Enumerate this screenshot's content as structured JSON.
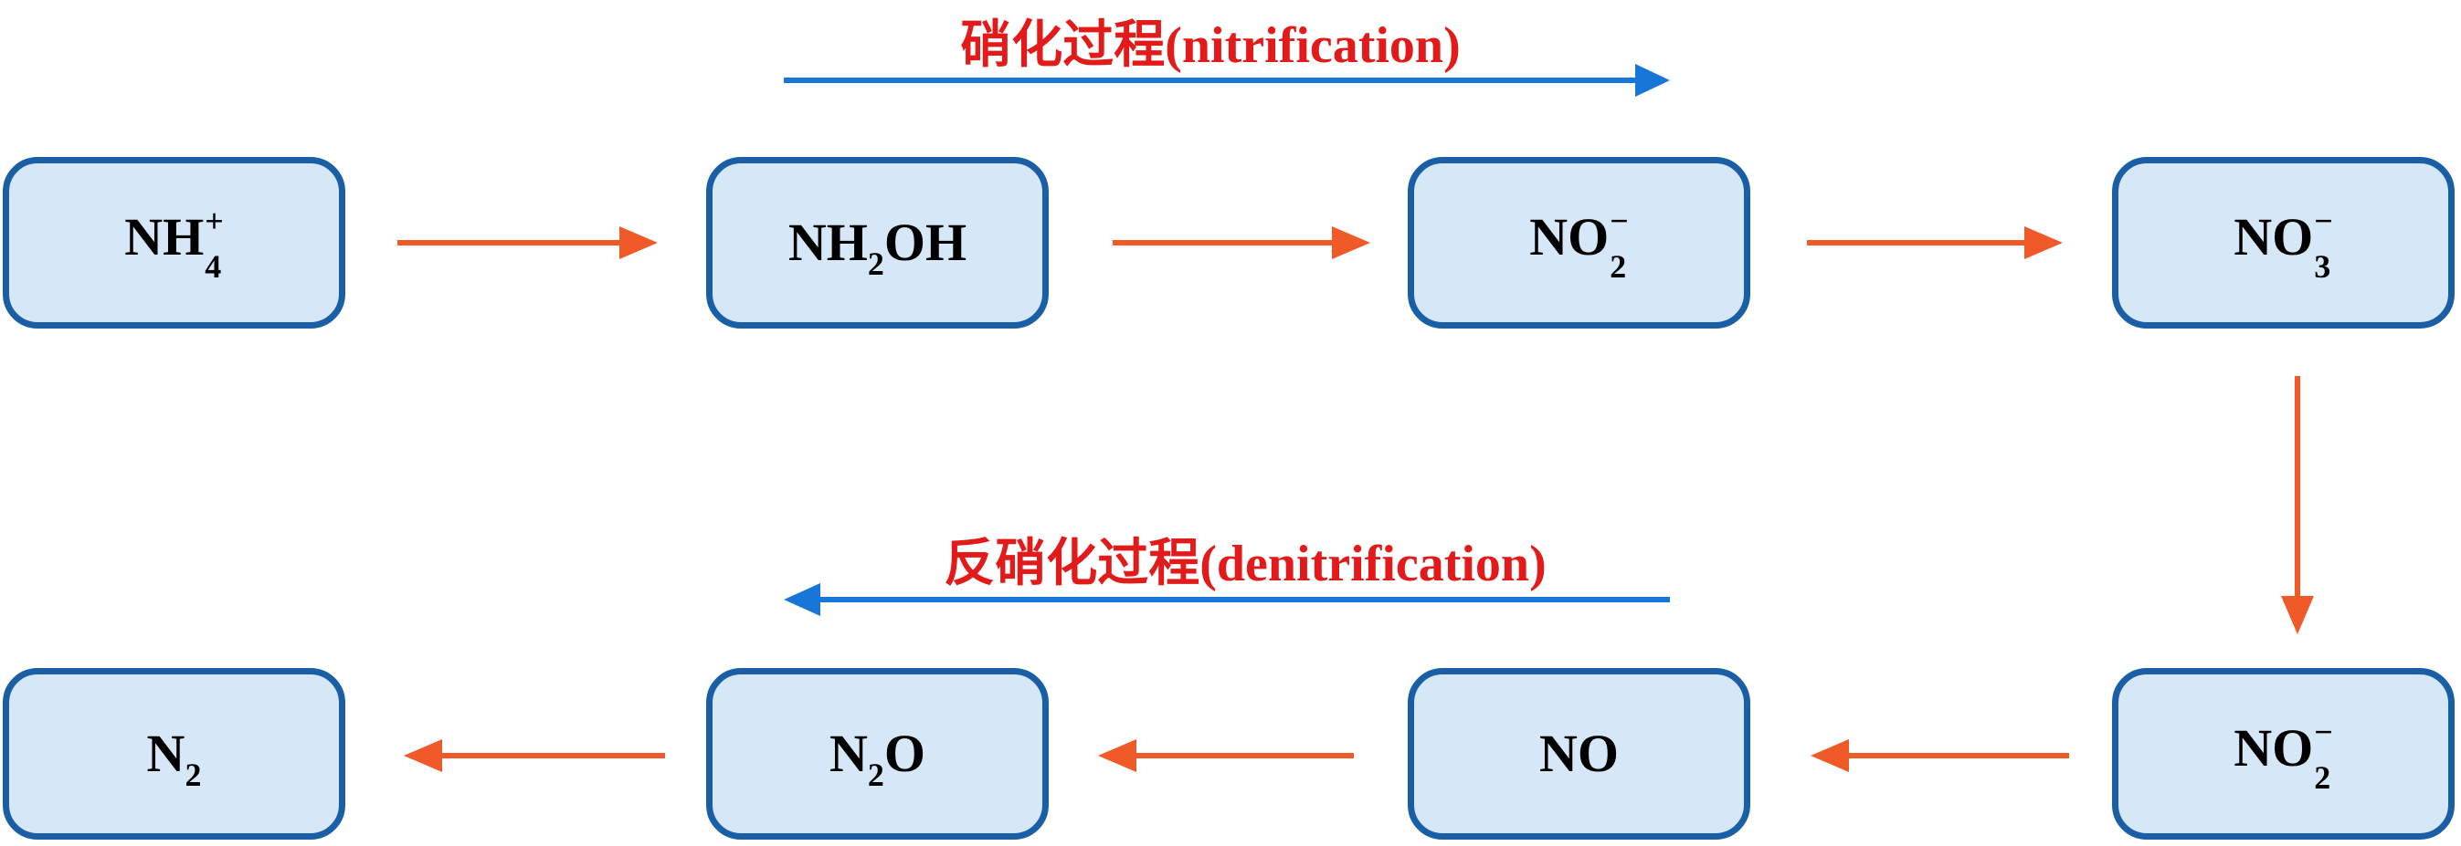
{
  "colors": {
    "box_fill": "#d6e8f7",
    "box_border": "#1a5fa5",
    "flow_arrow": "#f05a28",
    "process_arrow": "#1877d6",
    "title_text": "#e31a1a"
  },
  "titles": {
    "nitrification": "硝化过程(nitrification)",
    "denitrification": "反硝化过程(denitrification)"
  },
  "nodes": {
    "nh4": {
      "base": "NH",
      "sub": "4",
      "sup": "+",
      "tail": ""
    },
    "nh2oh": {
      "base": "NH",
      "sub": "2",
      "sup": "",
      "tail": "OH"
    },
    "no2_top": {
      "base": "NO",
      "sub": "2",
      "sup": "−",
      "tail": ""
    },
    "no3": {
      "base": "NO",
      "sub": "3",
      "sup": "−",
      "tail": ""
    },
    "no2_bottom": {
      "base": "NO",
      "sub": "2",
      "sup": "−",
      "tail": ""
    },
    "no": {
      "base": "NO",
      "sub": "",
      "sup": "",
      "tail": ""
    },
    "n2o": {
      "base": "N",
      "sub": "2",
      "sup": "",
      "tail": "O"
    },
    "n2": {
      "base": "N",
      "sub": "2",
      "sup": "",
      "tail": ""
    }
  }
}
